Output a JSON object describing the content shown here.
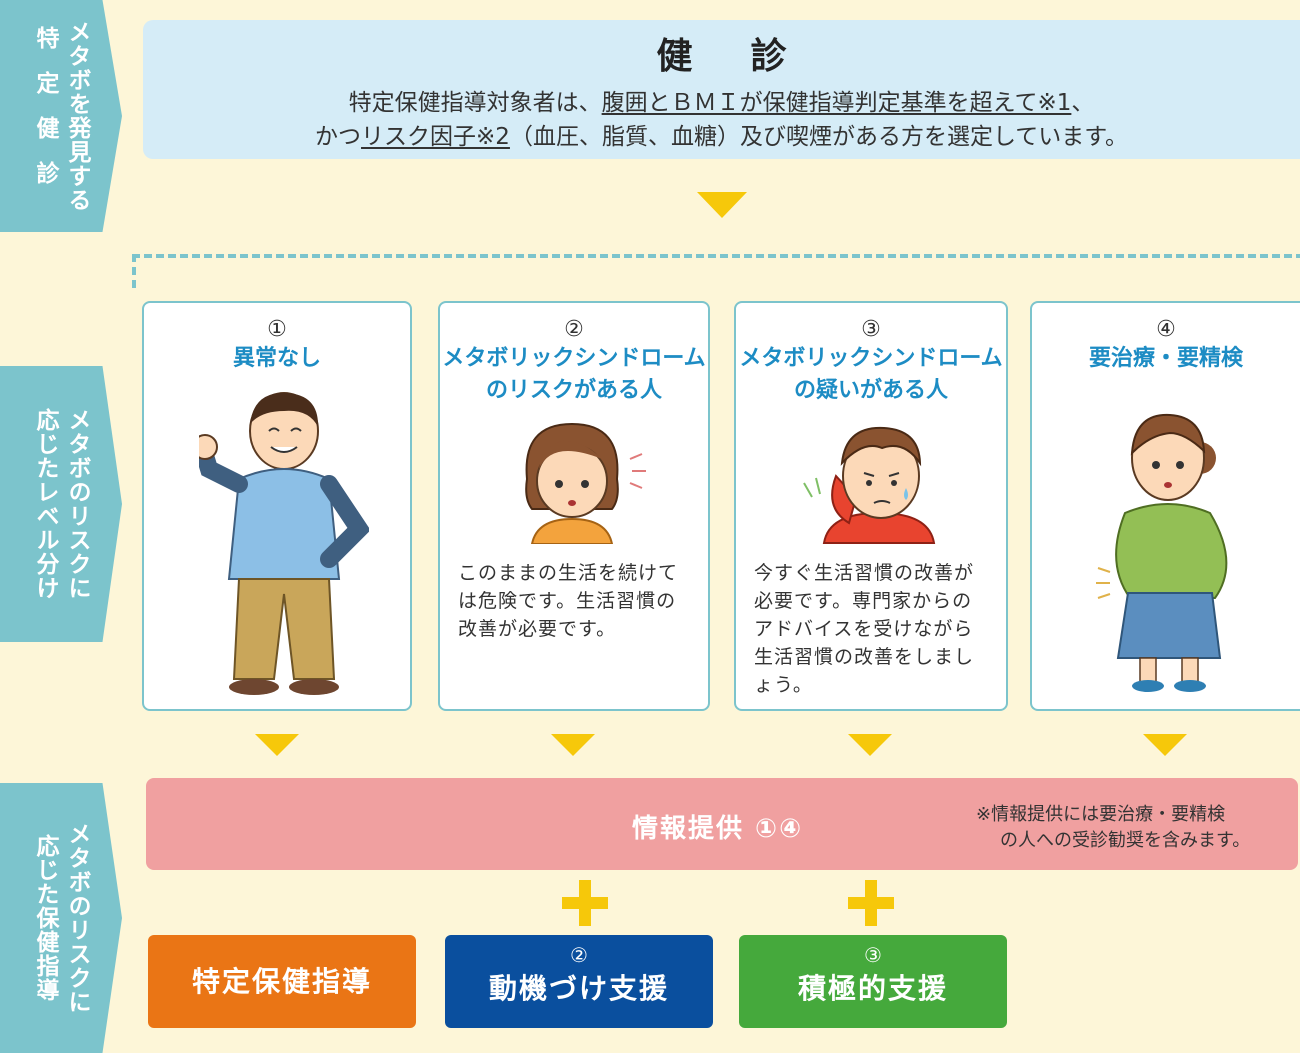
{
  "sidebar": {
    "tab1": {
      "col1": "メタボを発見する",
      "col2": "特定健診"
    },
    "tab2": {
      "col1": "メタボのリスクに",
      "col2": "応じたレベル分け"
    },
    "tab3": {
      "col1": "メタボのリスクに",
      "col2": "応じた保健指導"
    }
  },
  "kenshin": {
    "title": "健診",
    "line1_a": "特定保健指導対象者は、",
    "line1_u": "腹囲とＢＭＩが保健指導判定基準を超えて※1",
    "line1_b": "、",
    "line2_a": "かつ",
    "line2_u": "リスク因子※2",
    "line2_b": "（血圧、脂質、血糖）及び喫煙がある方を選定しています。"
  },
  "levels": [
    {
      "num": "①",
      "title": "異常なし",
      "desc": ""
    },
    {
      "num": "②",
      "title_l1": "メタボリックシンドローム",
      "title_l2": "のリスクがある人",
      "desc": "このままの生活を続けては危険です。生活習慣の改善が必要です。"
    },
    {
      "num": "③",
      "title_l1": "メタボリックシンドローム",
      "title_l2": "の疑いがある人",
      "desc": "今すぐ生活習慣の改善が必要です。専門家からのアドバイスを受けながら生活習慣の改善をしましょう。"
    },
    {
      "num": "④",
      "title": "要治療・要精検",
      "desc": ""
    }
  ],
  "info": {
    "label": "情報提供 ①④",
    "note_l1": "※情報提供には要治療・要精検",
    "note_l2": "の人への受診勧奨を含みます。"
  },
  "support": [
    {
      "num": "",
      "label": "特定保健指導",
      "color": "#ea7515"
    },
    {
      "num": "②",
      "label": "動機づけ支援",
      "color": "#0a4f9e"
    },
    {
      "num": "③",
      "label": "積極的支援",
      "color": "#45a93c"
    }
  ],
  "colors": {
    "accent_teal": "#7cc4cc",
    "arrow_yellow": "#f6c80a",
    "title_blue": "#1d8cc4",
    "info_pink": "#f0a0a0"
  }
}
